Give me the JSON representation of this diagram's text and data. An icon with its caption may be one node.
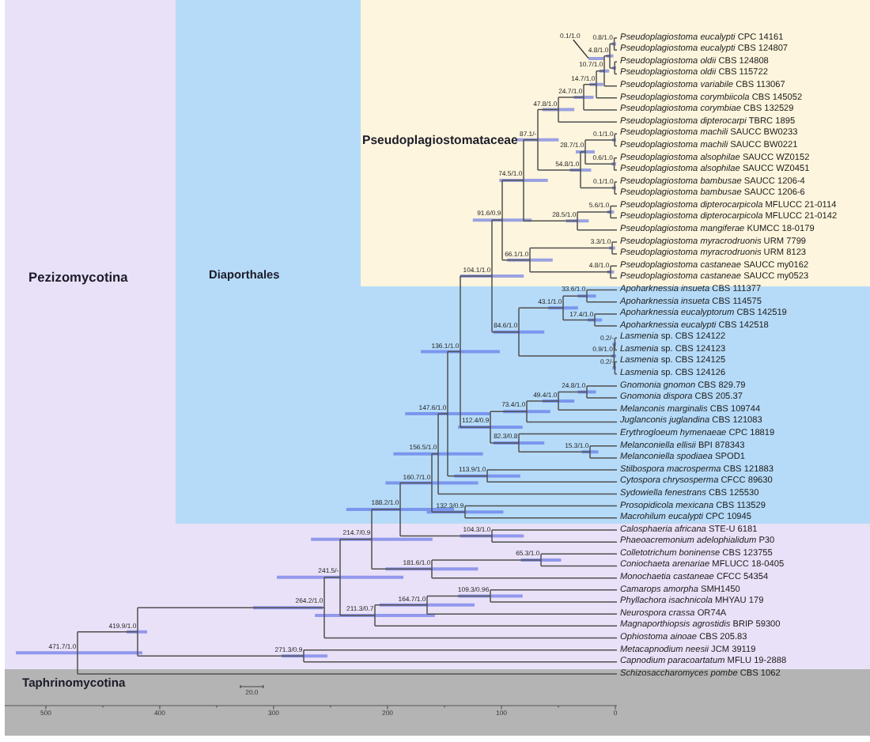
{
  "diagram": {
    "nodes": [
      {
        "text": [
          "Pezizomycotina"
        ]
      },
      {
        "text": [
          "Diaporthales"
        ],
        "in": 0
      },
      {
        "text": [
          "Pseudoplagiostomataceae"
        ],
        "in": 1
      },
      {
        "text": [
          "Taphrinomycotina"
        ]
      },
      {
        "text": [
          "0.1/1.0"
        ],
        "in": 2
      },
      {
        "text": [],
        "shape": "bar",
        "in": 2
      }
    ],
    "edges": [
      {
        "from": 4,
        "to": 5,
        "arrow": "none"
      }
    ],
    "labels": [
      "*Pseudoplagiostoma eucalypti* CPC 14161",
      "*Pseudoplagiostoma eucalypti* CBS 124807",
      "*Pseudoplagiostoma oldii* CBS 124808",
      "*Pseudoplagiostoma oldii* CBS 115722",
      "*Pseudoplagiostoma variabile* CBS 113067",
      "*Pseudoplagiostoma corymbiicola* CBS 145052",
      "*Pseudoplagiostoma corymbiae* CBS 132529",
      "*Pseudoplagiostoma dipterocarpi* TBRC 1895",
      "*Pseudoplagiostoma machili* SAUCC BW0233",
      "*Pseudoplagiostoma machili* SAUCC BW0221",
      "*Pseudoplagiostoma alsophilae* SAUCC WZ0152",
      "*Pseudoplagiostoma alsophilae* SAUCC WZ0451",
      "*Pseudoplagiostoma bambusae* SAUCC 1206-4",
      "*Pseudoplagiostoma bambusae* SAUCC 1206-6",
      "*Pseudoplagiostoma dipterocarpicola* MFLUCC 21-0114",
      "*Pseudoplagiostoma dipterocarpicola* MFLUCC 21-0142",
      "*Pseudoplagiostoma mangiferae* KUMCC 18-0179",
      "*Pseudoplagiostoma myracrodruonis* URM 7799",
      "*Pseudoplagiostoma myracrodruonis* URM 8123",
      "*Pseudoplagiostoma castaneae* SAUCC my0162",
      "*Pseudoplagiostoma castaneae* SAUCC my0523",
      "*Apoharknessia insueta* CBS 111377",
      "*Apoharknessia insueta* CBS 114575",
      "*Apoharknessia eucalyptorum* CBS 142519",
      "*Apoharknessia eucalypti* CBS 142518",
      "*Lasmenia* sp. CBS 124122",
      "*Lasmenia* sp. CBS 124123",
      "*Lasmenia* sp. CBS 124125",
      "*Lasmenia* sp. CBS 124126",
      "*Gnomonia gnomon* CBS 829.79",
      "*Gnomonia dispora* CBS 205.37",
      "*Melanconis marginalis* CBS 109744",
      "*Juglanconis juglandina* CBS 121083",
      "*Erythrogloeum hymenaeae* CPC 18819",
      "*Melanconiella ellisii* BPI 878343",
      "*Melanconiella spodiaea* SPOD1",
      "*Stilbospora macrosperma* CBS 121883",
      "*Cytospora chrysosperma* CFCC 89630",
      "*Sydowiella fenestrans* CBS 125530",
      "*Prosopidicola mexicana* CBS 113529",
      "*Macrohilum eucalypti* CPC 10945",
      "*Calosphaeria africana* STE-U 6181",
      "*Phaeoacremonium adelophialidum* P30",
      "*Colletotrichum boninense* CBS 123755",
      "*Coniochaeta arenariae* MFLUCC 18-0405",
      "*Monochaetia castaneae* CFCC 54354",
      "*Camarops amorpha* SMH1450",
      "*Phyllachora isachnicola* MHYAU 179",
      "*Neurospora crassa* OR74A",
      "*Magnaporthiopsis agrostidis* BRIP 59300",
      "*Ophiostoma ainoae* CBS 205.83",
      "*Metacapnodium neesii* JCM 39119",
      "*Capnodium paracoartatum* MFLU 19-2888",
      "*Schizosaccharomyces pombe* CBS 1062",
      "0.8/1.0",
      "4.8/1.0",
      "10.7/1.0",
      "14.7/1.0",
      "24.7/1.0",
      "47.8/1.0",
      "87.1/-",
      "0.1/1.0",
      "28.7/1.0",
      "54.8/1.0",
      "0.6/1.0",
      "74.5/1.0",
      "0.1/1.0",
      "5.6/1.0",
      "91.6/0.9",
      "28.5/1.0",
      "3.3/1.0",
      "66.1/1.0",
      "104.1/1.0",
      "4.8/1.0",
      "33.6/1.0",
      "43.1/1.0",
      "17.4/1.0",
      "84.6/1.0",
      "0.2/-",
      "136.1/1.0",
      "0.9/1.0",
      "0.2/-",
      "24.8/1.0",
      "49.4/1.0",
      "147.6/1.0",
      "73.4/1.0",
      "112.4/0.9",
      "82.3/0.8",
      "156.5/1.0",
      "15.3/1.0",
      "113.9/1.0",
      "160.7/1.0",
      "188.2/1.0",
      "132.3/0.9",
      "214.7/0.9",
      "104.3/1.0",
      "65.3/1.0",
      "181.6/1.0",
      "241.5/-",
      "109.3/0.96",
      "264.2/1.0",
      "164.7/1.0",
      "211.3/0.7",
      "419.9/1.0",
      "471.7/1.0",
      "271.3/0.9",
      "20.0",
      "500",
      "400",
      "300",
      "200",
      "100",
      "0"
    ]
  }
}
